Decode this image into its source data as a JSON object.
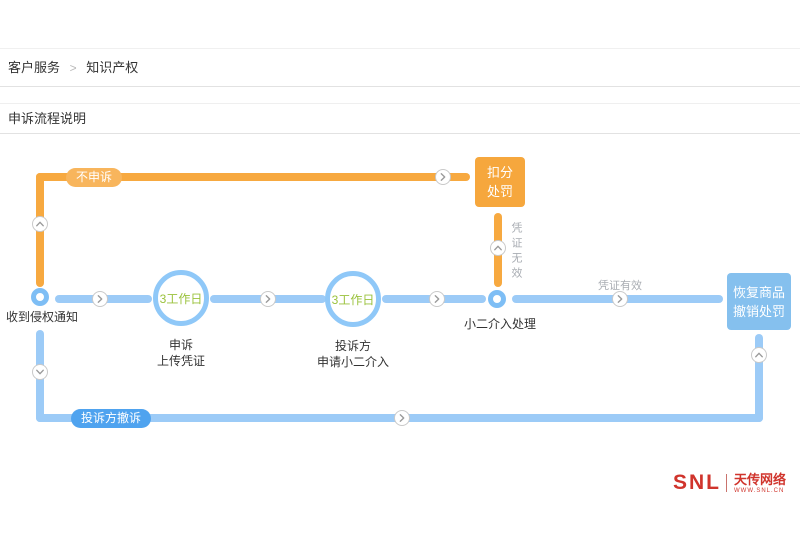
{
  "breadcrumb": {
    "separator": ">",
    "items": [
      {
        "label": "客户服务"
      },
      {
        "label": "知识产权"
      }
    ]
  },
  "section": {
    "title": "申诉流程说明"
  },
  "flow": {
    "no_appeal_label": "不申诉",
    "penalty_box": {
      "line1": "扣分",
      "line2": "处罚"
    },
    "invalid_label": "凭证无效",
    "valid_label": "凭证有效",
    "start_label": "收到侵权通知",
    "step1": {
      "circle": "3工作日",
      "line1": "申诉",
      "line2": "上传凭证"
    },
    "step2": {
      "circle": "3工作日",
      "line1": "投诉方",
      "line2": "申请小二介入"
    },
    "xiaoer_label": "小二介入处理",
    "restore_box": {
      "line1": "恢复商品",
      "line2": "撤销处罚"
    },
    "withdraw_label": "投诉方撤诉"
  },
  "logo": {
    "brand": "SNL",
    "company": "天传网络",
    "url": "WWW.SNL.CN"
  },
  "colors": {
    "orange_line": "#f7a940",
    "orange_pill": "#f8b55c",
    "orange_box": "#f6a73d",
    "blue_line": "#9ccbf7",
    "blue_pill": "#4fa3ef",
    "blue_box": "#85c0ee",
    "circle_text_green": "#9ac23c",
    "gray_label": "#a9adb3",
    "logo_red": "#d0342c"
  }
}
